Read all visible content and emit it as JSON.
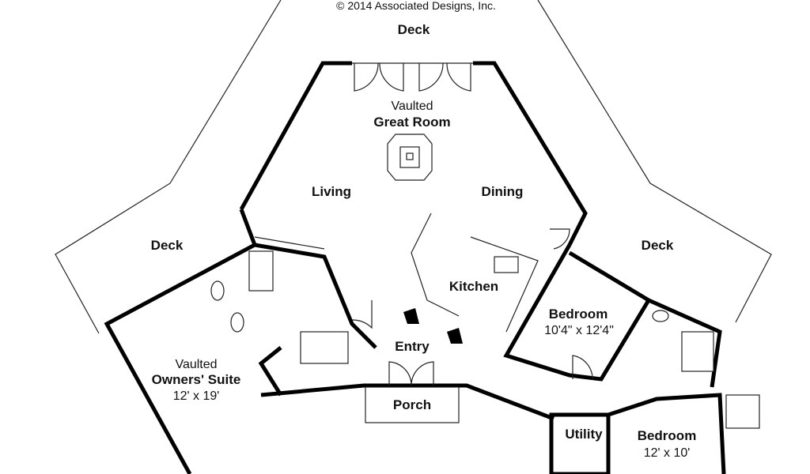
{
  "copyright": "© 2014 Associated Designs, Inc.",
  "rooms": {
    "deck_top": "Deck",
    "deck_left": "Deck",
    "deck_right": "Deck",
    "great_room_line1": "Vaulted",
    "great_room_line2": "Great Room",
    "living": "Living",
    "dining": "Dining",
    "kitchen": "Kitchen",
    "entry": "Entry",
    "porch": "Porch",
    "utility": "Utility",
    "bedroom1_name": "Bedroom",
    "bedroom1_size": "10'4\" x 12'4\"",
    "bedroom2_name": "Bedroom",
    "bedroom2_size": "12' x 10'",
    "owners_line1": "Vaulted",
    "owners_line2": "Owners' Suite",
    "owners_size": "12' x 19'"
  }
}
